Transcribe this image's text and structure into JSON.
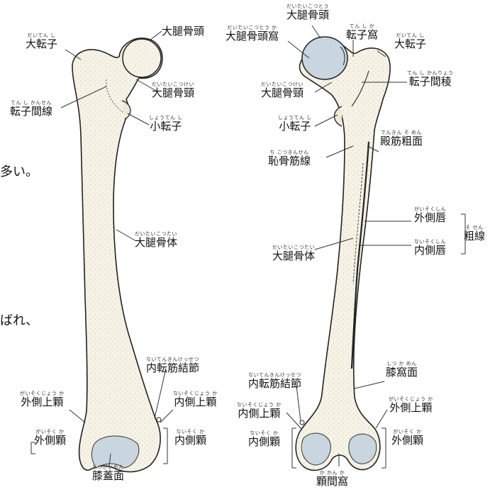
{
  "page": {
    "fragment_top": "多い。",
    "fragment_bottom": "ばれ、"
  },
  "anterior": {
    "labels": [
      {
        "ruby": "",
        "text": "大腿骨頭"
      },
      {
        "ruby": "だいてん し",
        "text": "大転子"
      },
      {
        "ruby": "だいたいこつけい",
        "text": "大腿骨頸"
      },
      {
        "ruby": "てん し かんせん",
        "text": "転子間線"
      },
      {
        "ruby": "しょうてん し",
        "text": "小転子"
      },
      {
        "ruby": "だいたいこつたい",
        "text": "大腿骨体"
      },
      {
        "ruby": "ないてんきんけっせつ",
        "text": "内転筋結節"
      },
      {
        "ruby": "がいそくじょう か",
        "text": "外側上顆"
      },
      {
        "ruby": "ないそくじょう か",
        "text": "内側上顆"
      },
      {
        "ruby": "がいそく か",
        "text": "外側顆"
      },
      {
        "ruby": "ないそく か",
        "text": "内側顆"
      },
      {
        "ruby": "しつがいめん",
        "text": "膝蓋面"
      }
    ]
  },
  "posterior": {
    "labels": [
      {
        "ruby": "だいたいこつとう",
        "text": "大腿骨頭"
      },
      {
        "ruby": "だいたいこつとう か",
        "text": "大腿骨頭窩"
      },
      {
        "ruby": "てん し か",
        "text": "転子窩"
      },
      {
        "ruby": "だいてん し",
        "text": "大転子"
      },
      {
        "ruby": "てん し かんりょう",
        "text": "転子間稜"
      },
      {
        "ruby": "だいたいこつけい",
        "text": "大腿骨頸"
      },
      {
        "ruby": "しょうてん し",
        "text": "小転子"
      },
      {
        "ruby": "でんきん そ めん",
        "text": "殿筋粗面"
      },
      {
        "ruby": "ち こつきんせん",
        "text": "恥骨筋線"
      },
      {
        "ruby": "がいそくしん",
        "text": "外側唇"
      },
      {
        "ruby": "そ せん",
        "text": "粗線"
      },
      {
        "ruby": "ないそくしん",
        "text": "内側唇"
      },
      {
        "ruby": "だいたいこつたい",
        "text": "大腿骨体"
      },
      {
        "ruby": "しつ か めん",
        "text": "膝窩面"
      },
      {
        "ruby": "ないてんきんけっせつ",
        "text": "内転筋結節"
      },
      {
        "ruby": "ないそくじょう か",
        "text": "内側上顆"
      },
      {
        "ruby": "がいそくじょう か",
        "text": "外側上顆"
      },
      {
        "ruby": "ないそく か",
        "text": "内側顆"
      },
      {
        "ruby": "がいそく か",
        "text": "外側顆"
      },
      {
        "ruby": "か かん か",
        "text": "顆間窩"
      }
    ]
  },
  "colors": {
    "bone_fill": "#f6f2e6",
    "bone_stroke": "#222222",
    "cartilage": "#c9d6e0",
    "leader": "#333333"
  }
}
